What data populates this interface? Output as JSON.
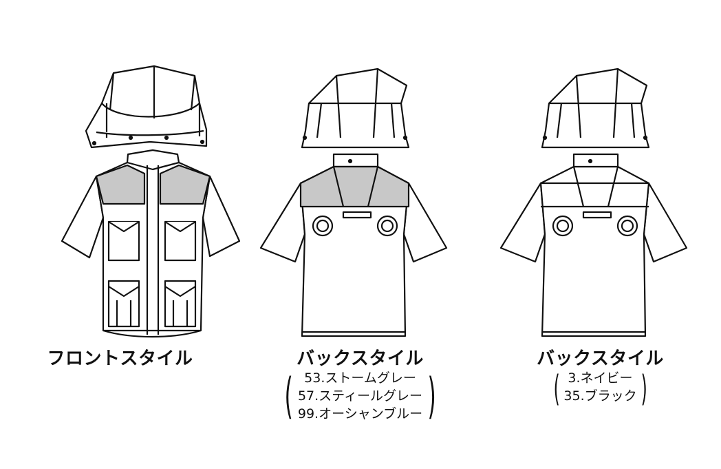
{
  "front": {
    "caption": "フロントスタイル"
  },
  "back_1": {
    "caption": "バックスタイル",
    "colors": [
      "53.ストームグレー",
      "57.スティールグレー",
      "99.オーシャンブルー"
    ]
  },
  "back_2": {
    "caption": "バックスタイル",
    "colors": [
      "3.ネイビー",
      "35.ブラック"
    ]
  },
  "palette": {
    "line": "#111111",
    "shade": "#c8c8c8",
    "fill": "#ffffff"
  }
}
